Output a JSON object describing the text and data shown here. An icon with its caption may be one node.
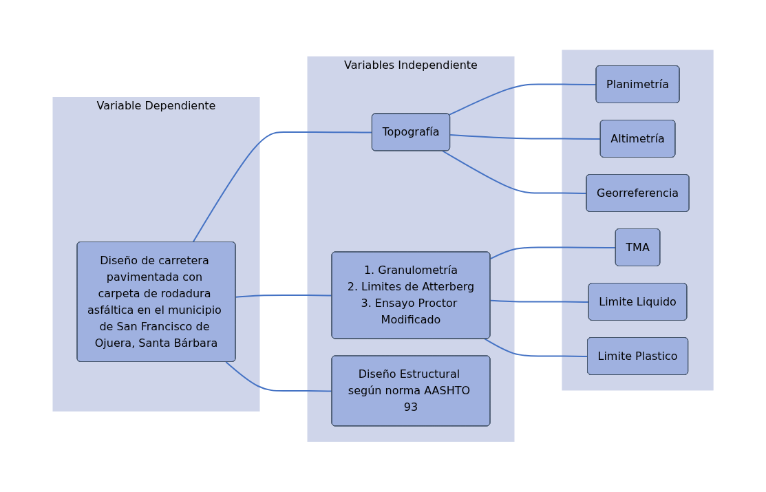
{
  "diagram": {
    "nodes": [
      {
        "text": [
          "Variable Dependiente"
        ]
      },
      {
        "text": [
          "Diseño de carretera pavimentada con carpeta de rodadura asfáltica en el municipio de San Francisco de Ojuera, Santa Bárbara"
        ],
        "in": 0
      },
      {
        "text": [
          "Variables Independiente"
        ]
      },
      {
        "text": [
          "Topografía"
        ],
        "in": 2
      },
      {
        "text": [
          "1. Granulometría",
          "2. Limites de Atterberg",
          "3. Ensayo Proctor Modificado"
        ],
        "in": 2
      },
      {
        "text": [
          "Diseño Estructural según norma AASHTO 93"
        ],
        "in": 2
      },
      {
        "text": [],
        "shape": "box"
      },
      {
        "text": [
          "Planimetría"
        ],
        "in": 6
      },
      {
        "text": [
          "Altimetría"
        ],
        "in": 6
      },
      {
        "text": [
          "Georreferencia"
        ],
        "in": 6
      },
      {
        "text": [
          "TMA"
        ],
        "in": 6
      },
      {
        "text": [
          "Limite Liquido"
        ],
        "in": 6
      },
      {
        "text": [
          "Limite Plastico"
        ],
        "in": 6
      }
    ],
    "edges": [
      {
        "from": 1,
        "to": 3,
        "arrow": "none"
      },
      {
        "from": 1,
        "to": 4,
        "arrow": "none"
      },
      {
        "from": 1,
        "to": 5,
        "arrow": "none"
      },
      {
        "from": 3,
        "to": 7,
        "arrow": "none"
      },
      {
        "from": 3,
        "to": 8,
        "arrow": "none"
      },
      {
        "from": 3,
        "to": 9,
        "arrow": "none"
      },
      {
        "from": 4,
        "to": 10,
        "arrow": "none"
      },
      {
        "from": 4,
        "to": 11,
        "arrow": "none"
      },
      {
        "from": 4,
        "to": 12,
        "arrow": "none"
      }
    ]
  }
}
